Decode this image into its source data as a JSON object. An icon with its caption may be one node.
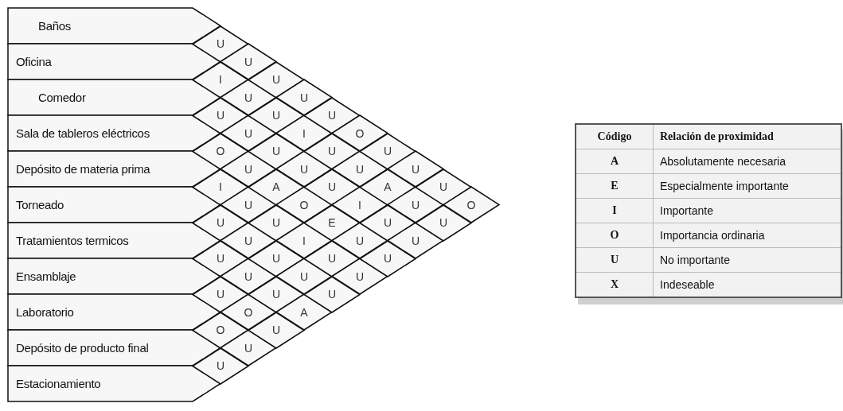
{
  "diagram": {
    "nodes": [
      {
        "text": [
          "Baños"
        ]
      },
      {
        "text": [
          "Oficina"
        ]
      },
      {
        "text": [
          "Comedor"
        ]
      },
      {
        "text": [
          "Sala de tableros eléctricos"
        ]
      },
      {
        "text": [
          "Depósito de materia prima"
        ]
      },
      {
        "text": [
          "Torneado"
        ]
      },
      {
        "text": [
          "Tratamientos termicos"
        ]
      },
      {
        "text": [
          "Ensamblaje"
        ]
      },
      {
        "text": [
          "Laboratorio"
        ]
      },
      {
        "text": [
          "Depósito de producto final"
        ]
      },
      {
        "text": [
          "Estacionamiento"
        ]
      },
      {
        "text": [
          "U"
        ]
      },
      {
        "text": [
          "I"
        ]
      },
      {
        "text": [
          "U"
        ]
      },
      {
        "text": [
          "O"
        ]
      },
      {
        "text": [
          "I"
        ]
      },
      {
        "text": [
          "U"
        ]
      },
      {
        "text": [
          "U"
        ]
      },
      {
        "text": [
          "U"
        ]
      },
      {
        "text": [
          "O"
        ]
      },
      {
        "text": [
          "U"
        ]
      },
      {
        "text": [
          "U"
        ]
      },
      {
        "text": [
          "U"
        ]
      },
      {
        "text": [
          "U"
        ]
      },
      {
        "text": [
          "U"
        ]
      },
      {
        "text": [
          "U"
        ]
      },
      {
        "text": [
          "U"
        ]
      },
      {
        "text": [
          "U"
        ]
      },
      {
        "text": [
          "O"
        ]
      },
      {
        "text": [
          "U"
        ]
      },
      {
        "text": [
          "U"
        ]
      },
      {
        "text": [
          "U"
        ]
      },
      {
        "text": [
          "U"
        ]
      },
      {
        "text": [
          "A"
        ]
      },
      {
        "text": [
          "U"
        ]
      },
      {
        "text": [
          "U"
        ]
      },
      {
        "text": [
          "U"
        ]
      },
      {
        "text": [
          "U"
        ]
      },
      {
        "text": [
          "U"
        ]
      },
      {
        "text": [
          "I"
        ]
      },
      {
        "text": [
          "U"
        ]
      },
      {
        "text": [
          "O"
        ]
      },
      {
        "text": [
          "I"
        ]
      },
      {
        "text": [
          "U"
        ]
      },
      {
        "text": [
          "A"
        ]
      },
      {
        "text": [
          "U"
        ]
      },
      {
        "text": [
          "U"
        ]
      },
      {
        "text": [
          "U"
        ]
      },
      {
        "text": [
          "E"
        ]
      },
      {
        "text": [
          "U"
        ]
      },
      {
        "text": [
          "U"
        ]
      },
      {
        "text": [
          "O"
        ]
      },
      {
        "text": [
          "U"
        ]
      },
      {
        "text": [
          "I"
        ]
      },
      {
        "text": [
          "U"
        ]
      },
      {
        "text": [
          "U"
        ]
      },
      {
        "text": [
          "U"
        ]
      },
      {
        "text": [
          "A"
        ]
      },
      {
        "text": [
          "U"
        ]
      },
      {
        "text": [
          "U"
        ]
      },
      {
        "text": [
          "U"
        ]
      },
      {
        "text": [
          "U"
        ]
      },
      {
        "text": [
          "U"
        ]
      },
      {
        "text": [
          "U"
        ]
      },
      {
        "text": [
          "U"
        ]
      },
      {
        "text": [
          "O"
        ]
      }
    ],
    "labels": [
      "Código",
      "Relación de proximidad",
      "A",
      "Absolutamente necesaria",
      "E",
      "Especialmente importante",
      "I",
      "Importante",
      "O",
      "Importancia ordinaria",
      "U",
      "No importante",
      "X",
      "Indeseable"
    ]
  }
}
